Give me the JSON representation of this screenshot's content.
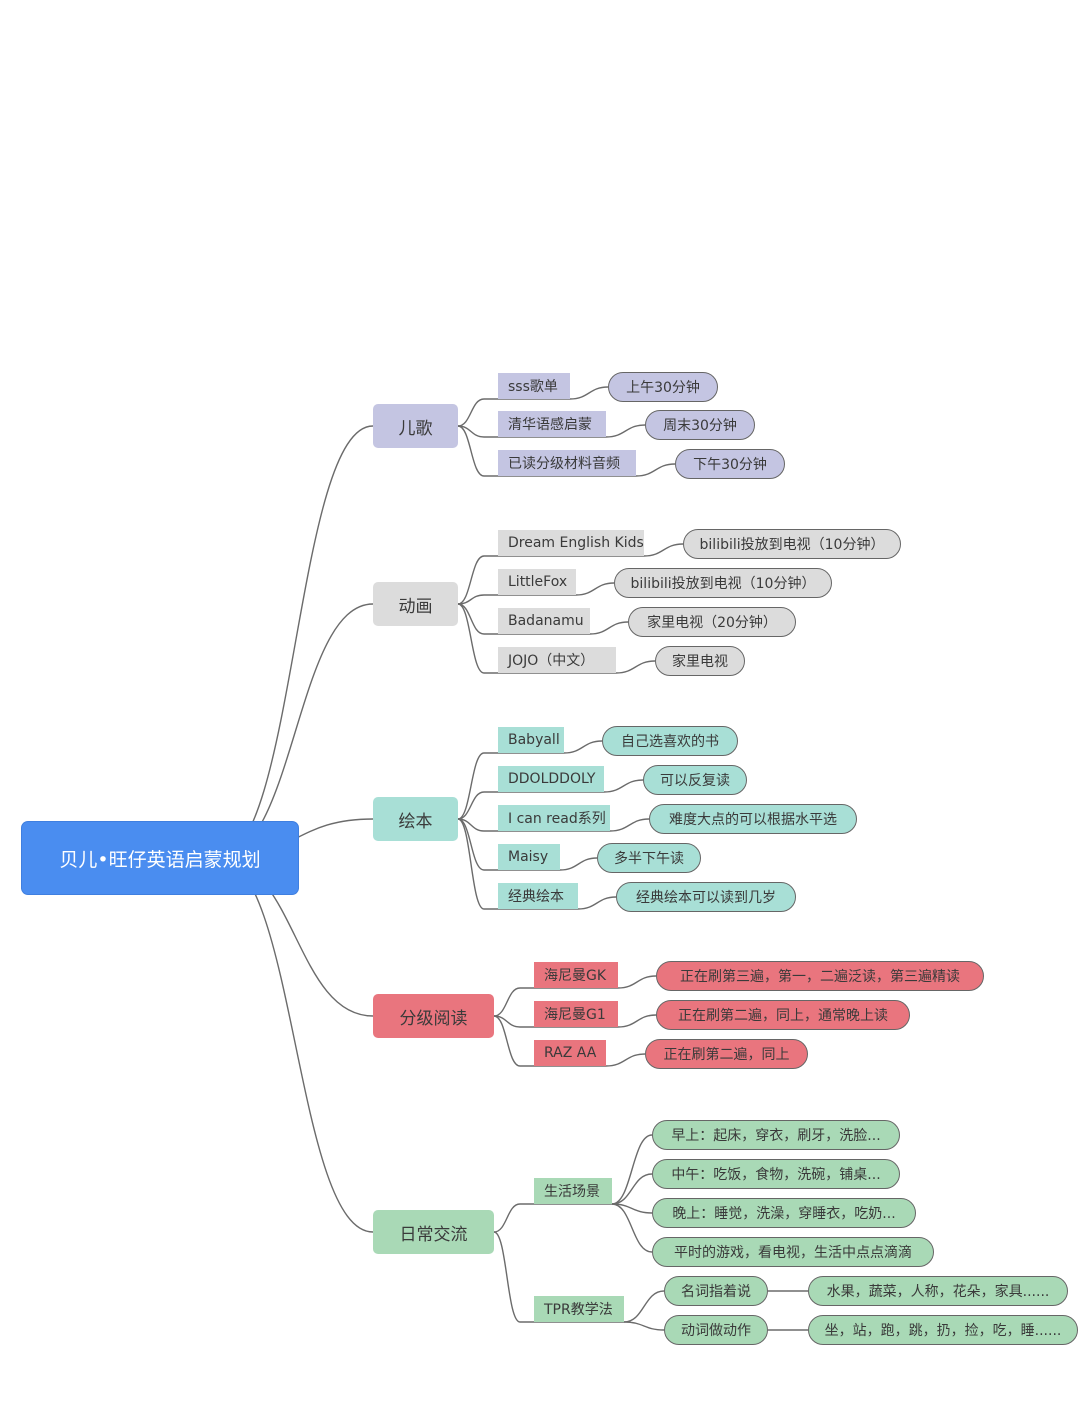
{
  "root": {
    "label": "贝儿•旺仔英语启蒙规划"
  },
  "colors": {
    "root": "#4a8df0",
    "purple": "#c4c5e2",
    "gray": "#dcdcdc",
    "teal": "#a8dfd6",
    "red": "#e9757e",
    "green": "#a9d9b6",
    "line": "#6b6b6b"
  },
  "branches": [
    {
      "label": "儿歌",
      "color": "purple",
      "children": [
        {
          "label": "sss歌单",
          "note": "上午30分钟"
        },
        {
          "label": "清华语感启蒙",
          "note": "周末30分钟"
        },
        {
          "label": "已读分级材料音频",
          "note": "下午30分钟"
        }
      ]
    },
    {
      "label": "动画",
      "color": "gray",
      "children": [
        {
          "label": "Dream English Kids",
          "note": "bilibili投放到电视（10分钟）"
        },
        {
          "label": "LittleFox",
          "note": "bilibili投放到电视（10分钟）"
        },
        {
          "label": "Badanamu",
          "note": "家里电视（20分钟）"
        },
        {
          "label": "JOJO（中文）",
          "note": "家里电视"
        }
      ]
    },
    {
      "label": "绘本",
      "color": "teal",
      "children": [
        {
          "label": "Babyall",
          "note": "自己选喜欢的书"
        },
        {
          "label": "DDOLDDOLY",
          "note": "可以反复读"
        },
        {
          "label": "I can read系列",
          "note": "难度大点的可以根据水平选"
        },
        {
          "label": "Maisy",
          "note": "多半下午读"
        },
        {
          "label": "经典绘本",
          "note": "经典绘本可以读到几岁"
        }
      ]
    },
    {
      "label": "分级阅读",
      "color": "red",
      "children": [
        {
          "label": "海尼曼GK",
          "note": "正在刷第三遍，第一，二遍泛读，第三遍精读"
        },
        {
          "label": "海尼曼G1",
          "note": "正在刷第二遍，同上，通常晚上读"
        },
        {
          "label": "RAZ AA",
          "note": "正在刷第二遍，同上"
        }
      ]
    },
    {
      "label": "日常交流",
      "color": "green",
      "children": [
        {
          "label": "生活场景",
          "children": [
            {
              "label": "早上：起床，穿衣，刷牙，洗脸..."
            },
            {
              "label": "中午：吃饭，食物，洗碗，铺桌..."
            },
            {
              "label": "晚上：睡觉，洗澡，穿睡衣，吃奶..."
            },
            {
              "label": "平时的游戏，看电视，生活中点点滴滴"
            }
          ]
        },
        {
          "label": "TPR教学法",
          "children": [
            {
              "label": "名词指着说",
              "note": "水果，蔬菜，人称，花朵，家具......"
            },
            {
              "label": "动词做动作",
              "note": "坐，站，跑，跳，扔，捡，吃，睡......"
            }
          ]
        }
      ]
    }
  ]
}
